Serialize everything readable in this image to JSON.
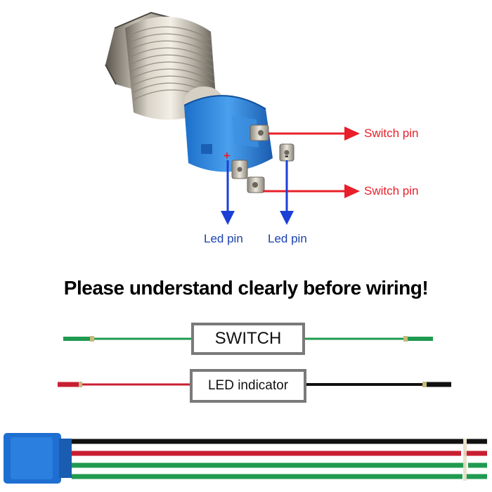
{
  "labels": {
    "switch_pin_top": "Switch pin",
    "switch_pin_bottom": "Switch pin",
    "led_pin_left": "Led pin",
    "led_pin_right": "Led pin",
    "plus_sign": "+",
    "minus_sign": "-"
  },
  "heading": "Please understand clearly before wiring!",
  "boxes": {
    "switch": "SWITCH",
    "led": "LED indicator"
  },
  "colors": {
    "switch_arrow": "#e8202a",
    "led_arrow": "#1c3fd6",
    "wire_green": "#1f9a4f",
    "wire_red": "#c81e32",
    "wire_black": "#111111",
    "connector_blue": "#1e6fd1",
    "box_border": "#7a7a7a"
  }
}
